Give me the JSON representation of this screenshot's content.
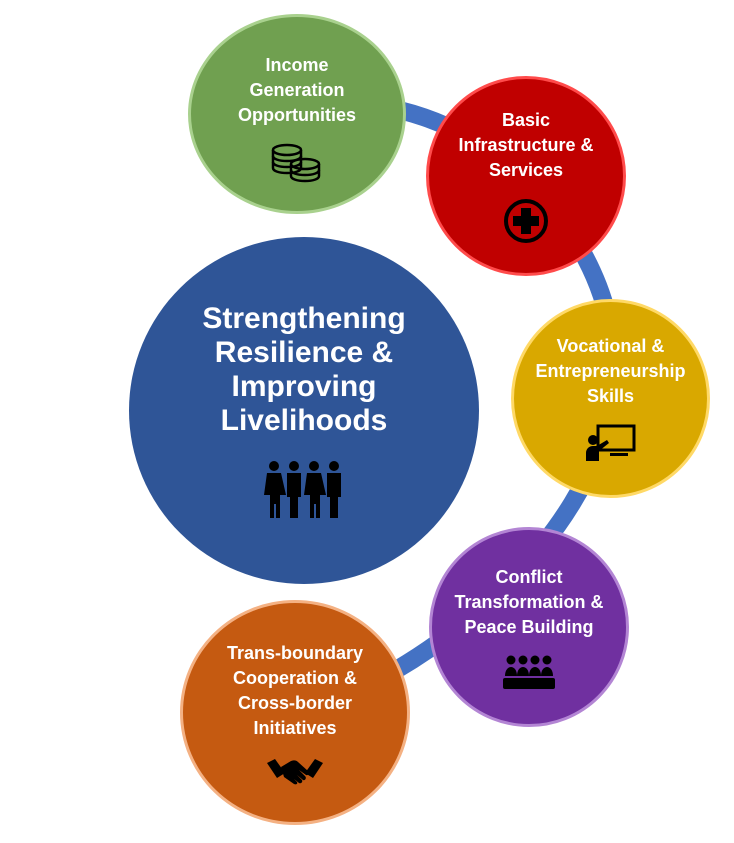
{
  "colors": {
    "connector": "#4472c4",
    "income": "#70a050",
    "basic": "#c00000",
    "vocational": "#d9a800",
    "conflict": "#7030a0",
    "transboundary": "#c55a11",
    "center": "#2f5597",
    "icon": "#000000"
  },
  "center": {
    "title": "Strengthening\nResilience &\nImproving\nLivelihoods",
    "icon": "people-group-icon"
  },
  "pillars": [
    {
      "label": "Income\nGeneration\nOpportunities",
      "icon": "coins-icon"
    },
    {
      "label": "Basic\nInfrastructure &\nServices",
      "icon": "medical-cross-icon"
    },
    {
      "label": "Vocational &\nEntrepreneurship\nSkills",
      "icon": "presentation-board-icon"
    },
    {
      "label": "Conflict\nTransformation &\nPeace Building",
      "icon": "meeting-group-icon"
    },
    {
      "label": "Trans-boundary\nCooperation &\nCross-border\nInitiatives",
      "icon": "handshake-icon"
    }
  ]
}
